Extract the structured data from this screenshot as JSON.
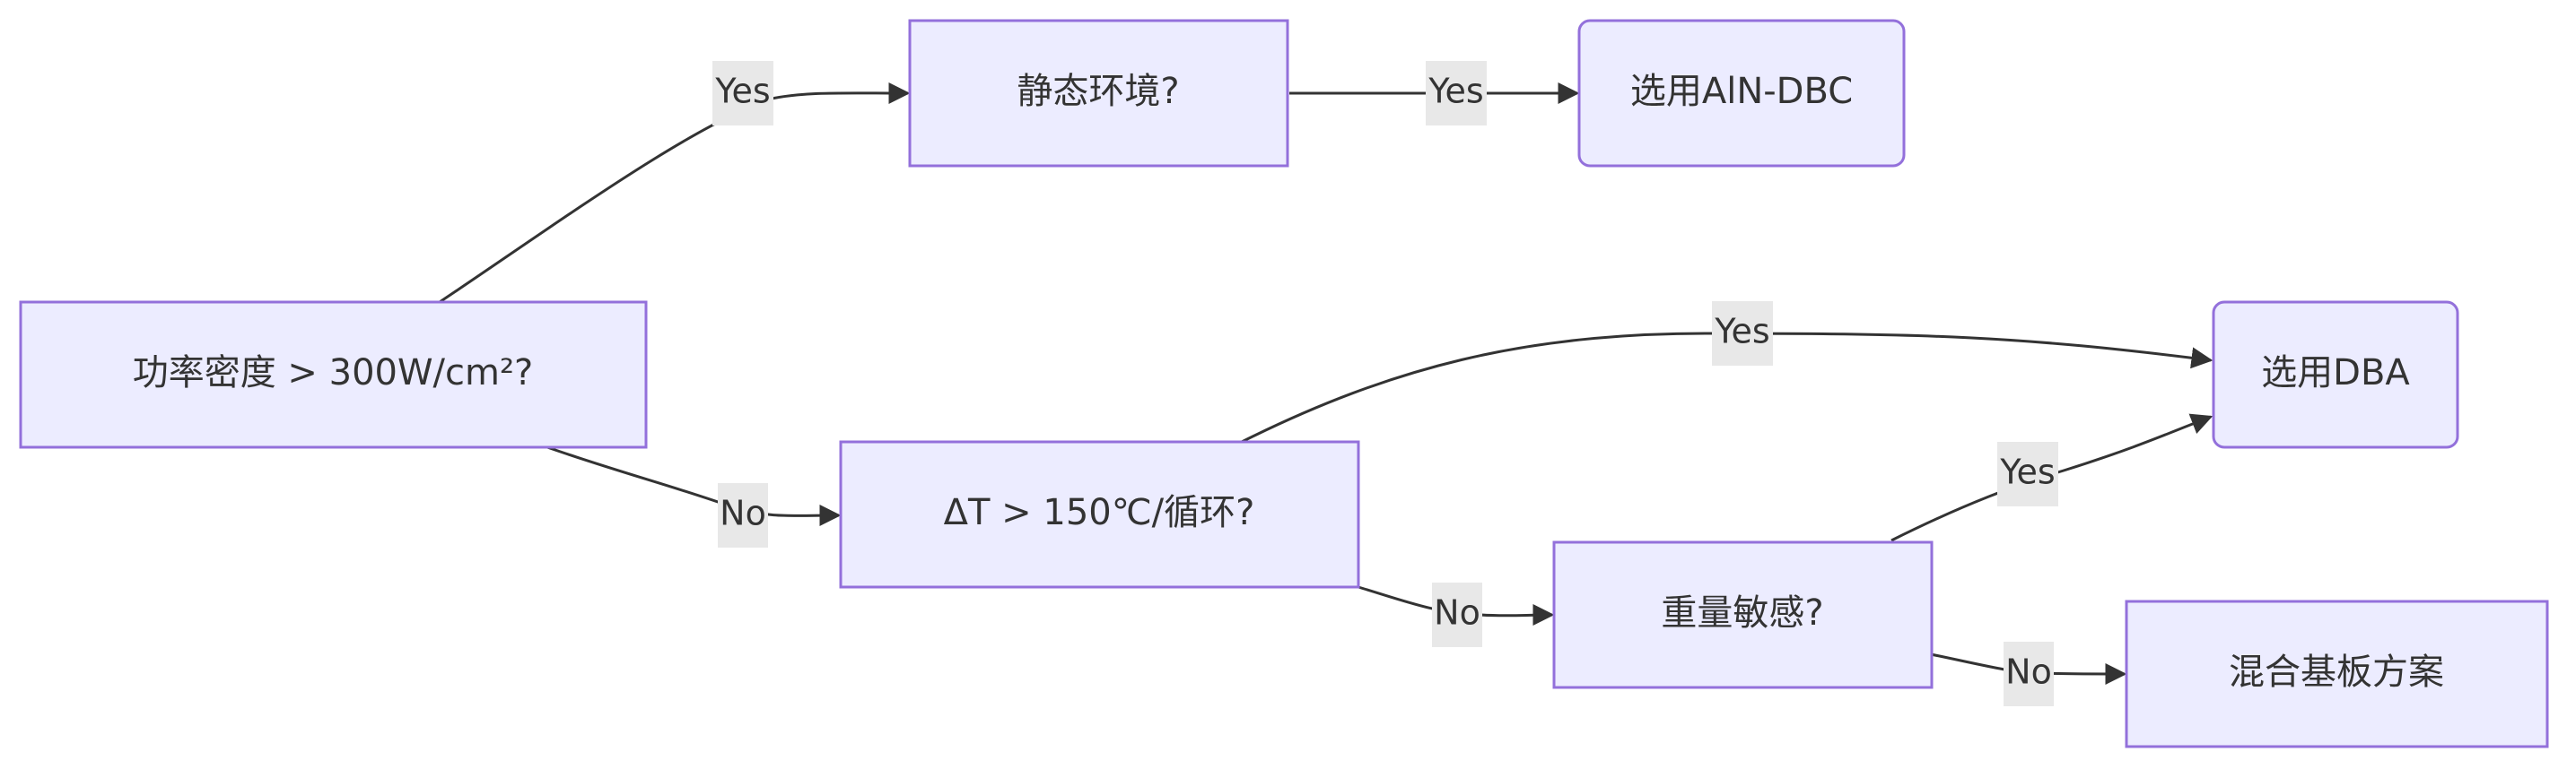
{
  "colors": {
    "node_fill": "#ececff",
    "node_stroke": "#9370db",
    "edge": "#333333",
    "label_bg": "#e8e8e8",
    "text": "#333333"
  },
  "nodes": {
    "power_density": "功率密度 > 300W/cm²?",
    "static_env": "静态环境?",
    "aln_dbc": "选用AlN-DBC",
    "delta_t": "ΔT > 150℃/循环?",
    "dba": "选用DBA",
    "weight": "重量敏感?",
    "hybrid": "混合基板方案"
  },
  "edges": {
    "power_to_static": "Yes",
    "static_to_aln": "Yes",
    "power_to_deltat": "No",
    "deltat_to_dba": "Yes",
    "deltat_to_weight": "No",
    "weight_to_dba": "Yes",
    "weight_to_hybrid": "No"
  }
}
